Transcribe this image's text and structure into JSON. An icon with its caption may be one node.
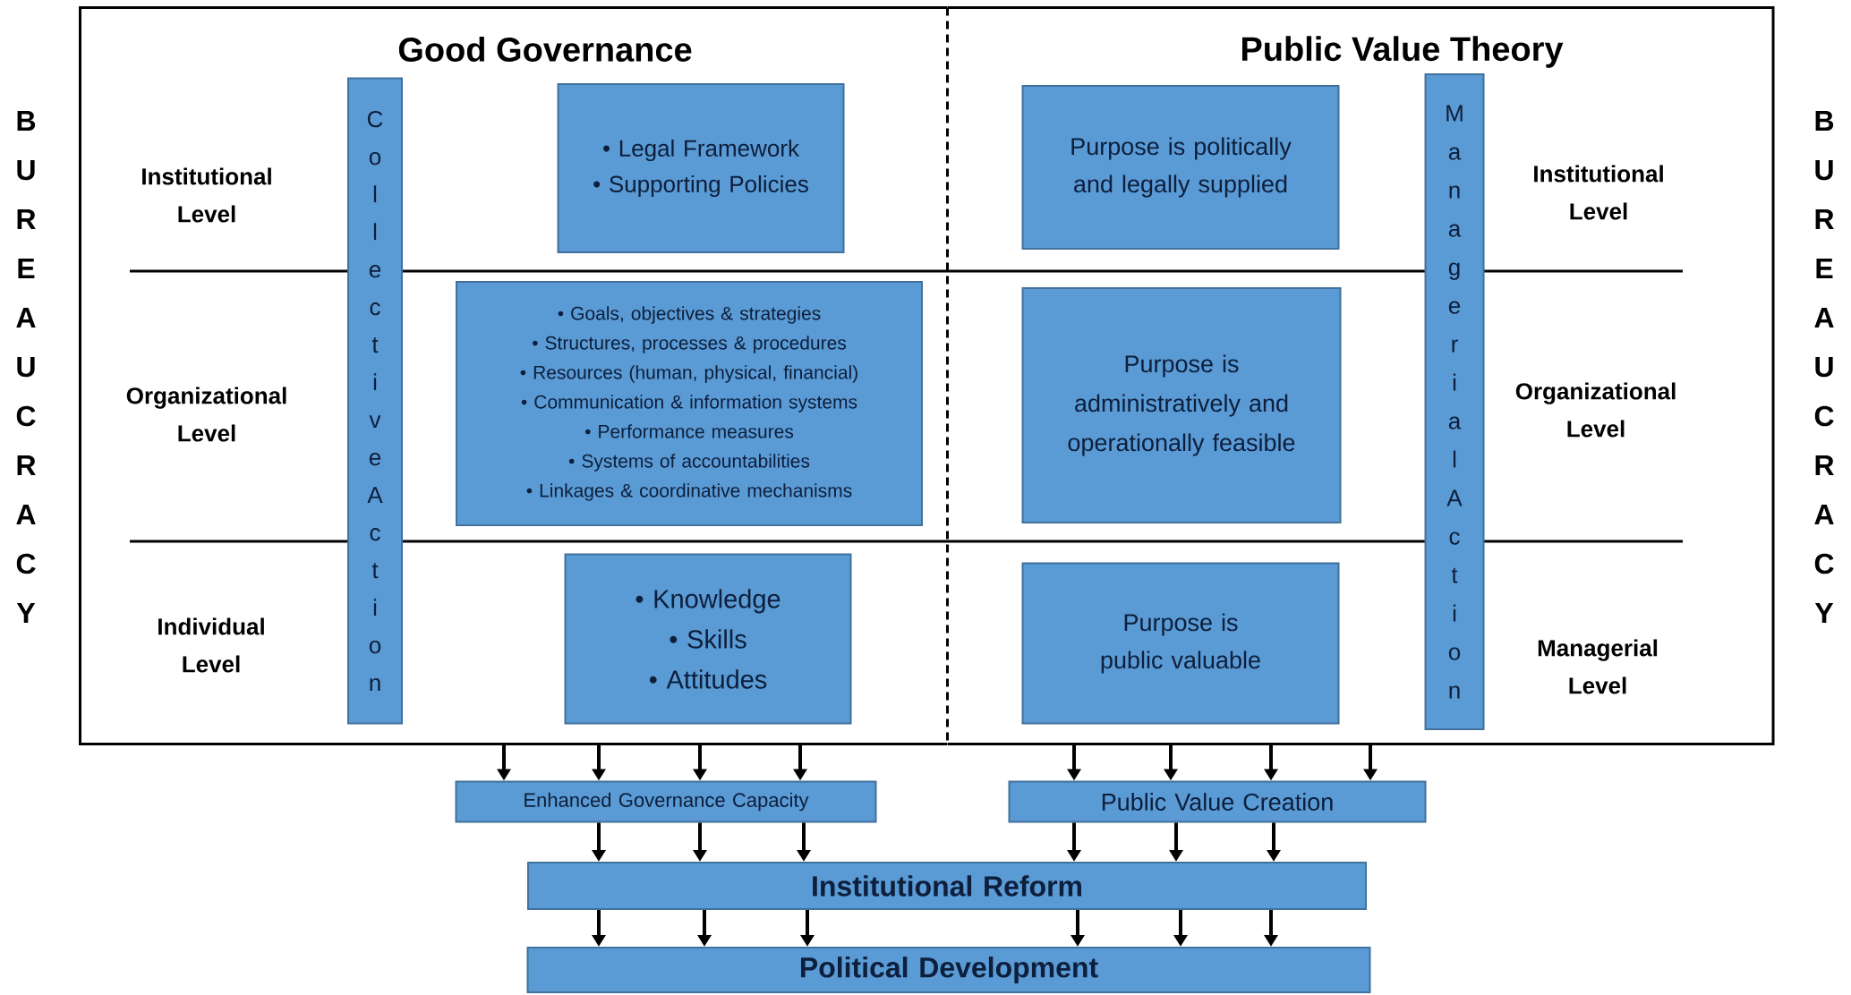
{
  "diagram": {
    "nodes": [
      {
        "text": [
          "Good Governance"
        ]
      },
      {
        "text": [
          "Public Value Theory"
        ]
      },
      {
        "text": [
          "Collective Action"
        ],
        "in": 0
      },
      {
        "text": [
          "• Legal Framework",
          "• Supporting Policies"
        ],
        "in": 0
      },
      {
        "text": [
          "• Goals, objectives & strategies",
          "• Structures, processes & procedures",
          "• Resources (human, physical, financial)",
          "• Communication & information systems",
          "• Performance measures",
          "• Systems of accountabilities",
          "• Linkages  & coordinative mechanisms"
        ],
        "in": 0
      },
      {
        "text": [
          "• Knowledge",
          "• Skills",
          "• Attitudes"
        ],
        "in": 0
      },
      {
        "text": [
          "Purpose is politically and legally supplied"
        ],
        "in": 1
      },
      {
        "text": [
          "Purpose is administratively and operationally feasible"
        ],
        "in": 1
      },
      {
        "text": [
          "Purpose is public valuable"
        ],
        "in": 1
      },
      {
        "text": [
          "Managerial Action"
        ],
        "in": 1
      },
      {
        "text": [
          "Enhanced Governance Capacity"
        ]
      },
      {
        "text": [
          "Public Value Creation"
        ]
      },
      {
        "text": [
          "Institutional Reform"
        ]
      },
      {
        "text": [
          "Political Development"
        ]
      }
    ],
    "edges": [
      {
        "from": 0,
        "to": 10,
        "arrow": "to"
      },
      {
        "from": 0,
        "to": 10,
        "arrow": "to"
      },
      {
        "from": 0,
        "to": 10,
        "arrow": "to"
      },
      {
        "from": 0,
        "to": 10,
        "arrow": "to"
      },
      {
        "from": 1,
        "to": 11,
        "arrow": "to"
      },
      {
        "from": 1,
        "to": 11,
        "arrow": "to"
      },
      {
        "from": 1,
        "to": 11,
        "arrow": "to"
      },
      {
        "from": 1,
        "to": 11,
        "arrow": "to"
      },
      {
        "from": 10,
        "to": 12,
        "arrow": "to"
      },
      {
        "from": 10,
        "to": 12,
        "arrow": "to"
      },
      {
        "from": 10,
        "to": 12,
        "arrow": "to"
      },
      {
        "from": 11,
        "to": 12,
        "arrow": "to"
      },
      {
        "from": 11,
        "to": 12,
        "arrow": "to"
      },
      {
        "from": 11,
        "to": 12,
        "arrow": "to"
      },
      {
        "from": 12,
        "to": 13,
        "arrow": "to"
      },
      {
        "from": 12,
        "to": 13,
        "arrow": "to"
      },
      {
        "from": 12,
        "to": 13,
        "arrow": "to"
      },
      {
        "from": 12,
        "to": 13,
        "arrow": "to"
      },
      {
        "from": 12,
        "to": 13,
        "arrow": "to"
      },
      {
        "from": 12,
        "to": 13,
        "arrow": "to"
      }
    ],
    "labels": [
      "BUREAUCRACY",
      "Institutional Level",
      "Organizational Level",
      "Individual Level",
      "Institutional Level",
      "Organizational Level",
      "Managerial Level",
      "BUREAUCRACY"
    ]
  }
}
